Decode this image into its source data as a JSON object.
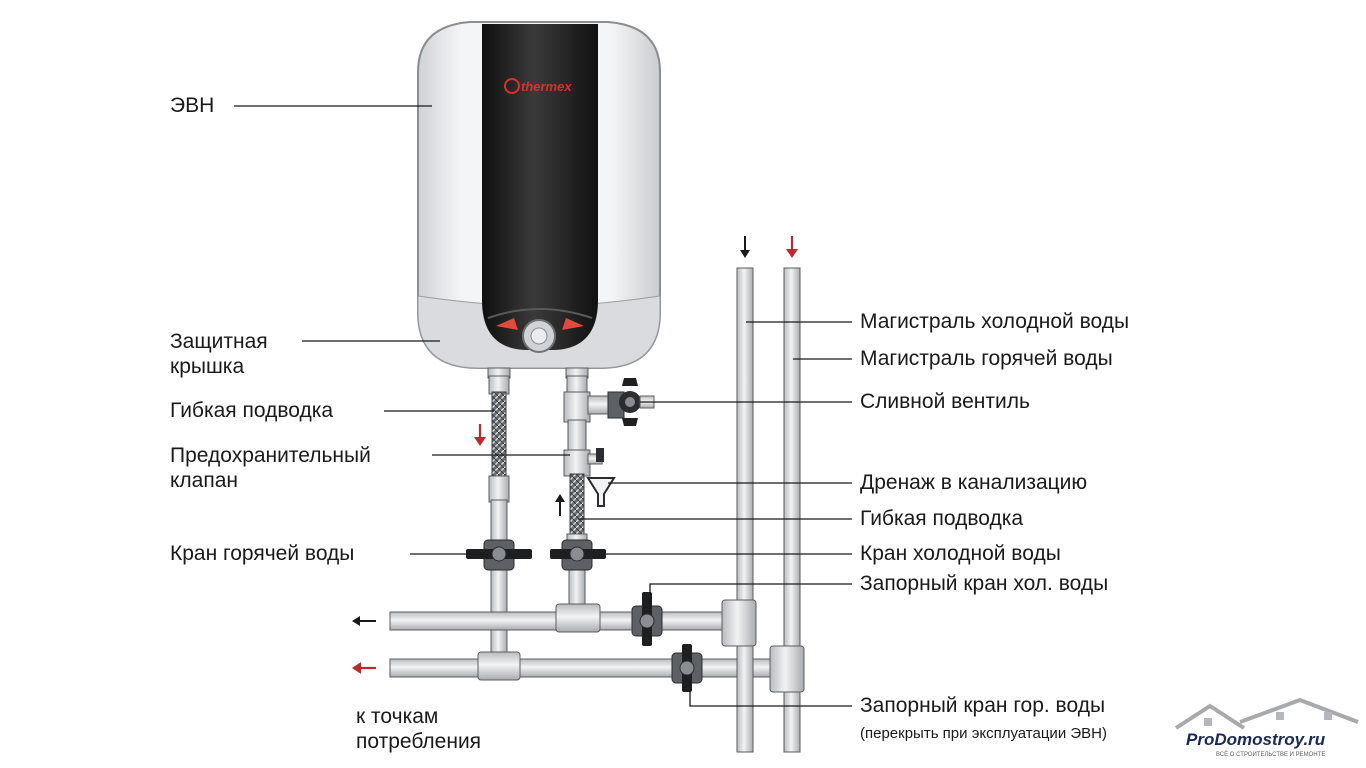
{
  "heater": {
    "brand": "thermex"
  },
  "labels": {
    "evn": "ЭВН",
    "cover_l1": "Защитная",
    "cover_l2": "крышка",
    "flex_left": "Гибкая подводка",
    "valve_l1": "Предохранительный",
    "valve_l2": "клапан",
    "hot_tap": "Кран горячей воды",
    "consumers_l1": "к точкам",
    "consumers_l2": "потребления",
    "cold_main": "Магистраль холодной воды",
    "hot_main": "Магистраль горячей воды",
    "drain_valve": "Сливной вентиль",
    "drain_sewer": "Дренаж в канализацию",
    "flex_right": "Гибкая подводка",
    "cold_tap": "Кран холодной воды",
    "shutoff_cold": "Запорный кран хол. воды",
    "shutoff_hot": "Запорный кран гор. воды",
    "shutoff_hot_note": "(перекрыть при эксплуатации ЭВН)"
  },
  "watermark": {
    "text": "ProDomostroy.ru",
    "subtext": "ВСЁ О СТРОИТЕЛЬСТВЕ И РЕМОНТЕ"
  },
  "colors": {
    "hot_arrow": "#c0282d",
    "cold_arrow": "#1a1a1a",
    "body_dark": "#1c1c1c",
    "pipe_fill": "#e4e6e9",
    "pipe_stroke": "#5a5d60"
  }
}
